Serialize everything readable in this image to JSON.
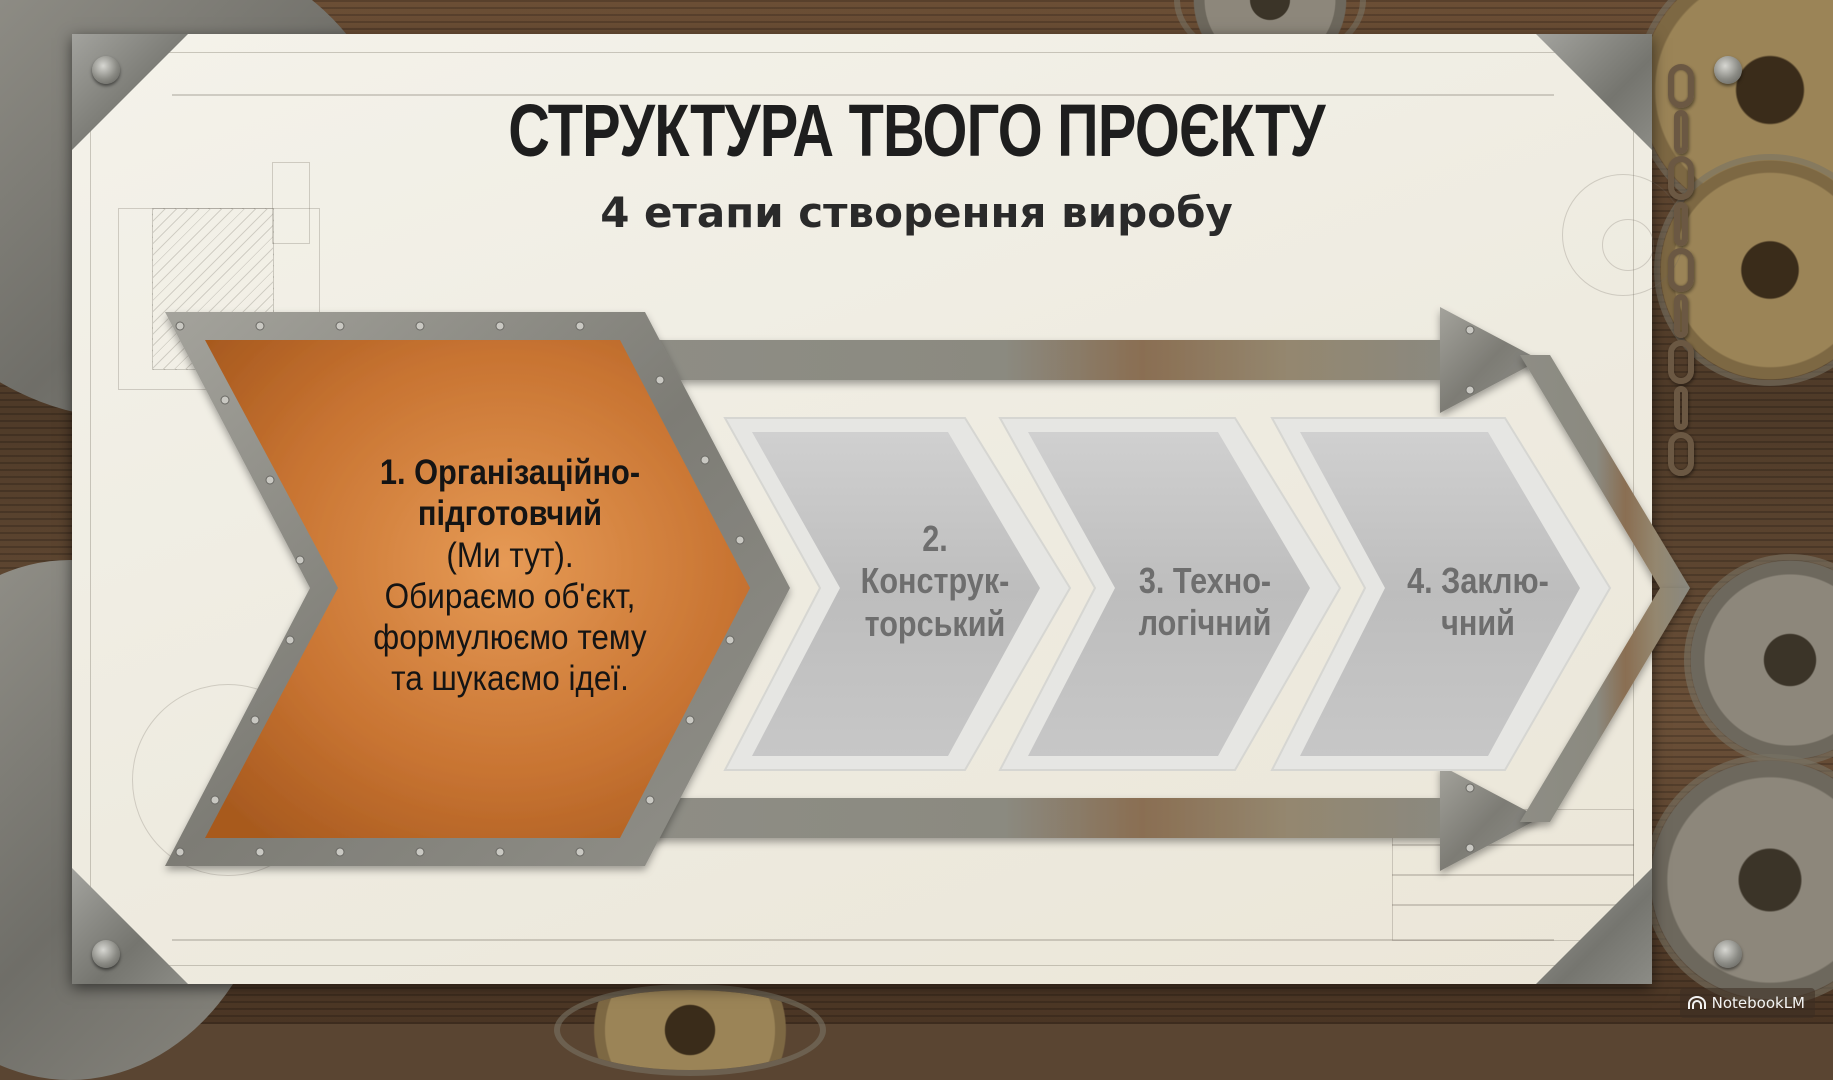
{
  "slide": {
    "title": "СТРУКТУРА ТВОГО ПРОЄКТУ",
    "subtitle": "4 етапи створення виробу"
  },
  "stages": [
    {
      "number": "1",
      "title_line1": "1. Організаційно-",
      "title_line2": "підготовчий",
      "body_lines": [
        "(Ми тут).",
        "Обираємо об'єкт,",
        "формулюємо тему",
        "та шукаємо ідеї."
      ],
      "active": true,
      "color": "#c06a26"
    },
    {
      "number": "2",
      "line1": "2.",
      "line2": "Конструк-",
      "line3": "торський",
      "active": false,
      "color": "#c4c4c4"
    },
    {
      "number": "3",
      "line1": "3. Техно-",
      "line2": "логічний",
      "active": false,
      "color": "#c4c4c4"
    },
    {
      "number": "4",
      "line1": "4. Заклю-",
      "line2": "чний",
      "active": false,
      "color": "#c4c4c4"
    }
  ],
  "watermark": {
    "icon": "notebooklm-logo-icon",
    "label": "NotebookLM"
  },
  "colors": {
    "active_stage": "#c06a26",
    "inactive_stage": "#c4c4c4",
    "steel_frame": "#8c8b84",
    "paper": "#f1eee4",
    "title_text": "#1e1e1e",
    "inactive_text": "#6e6e6e"
  }
}
